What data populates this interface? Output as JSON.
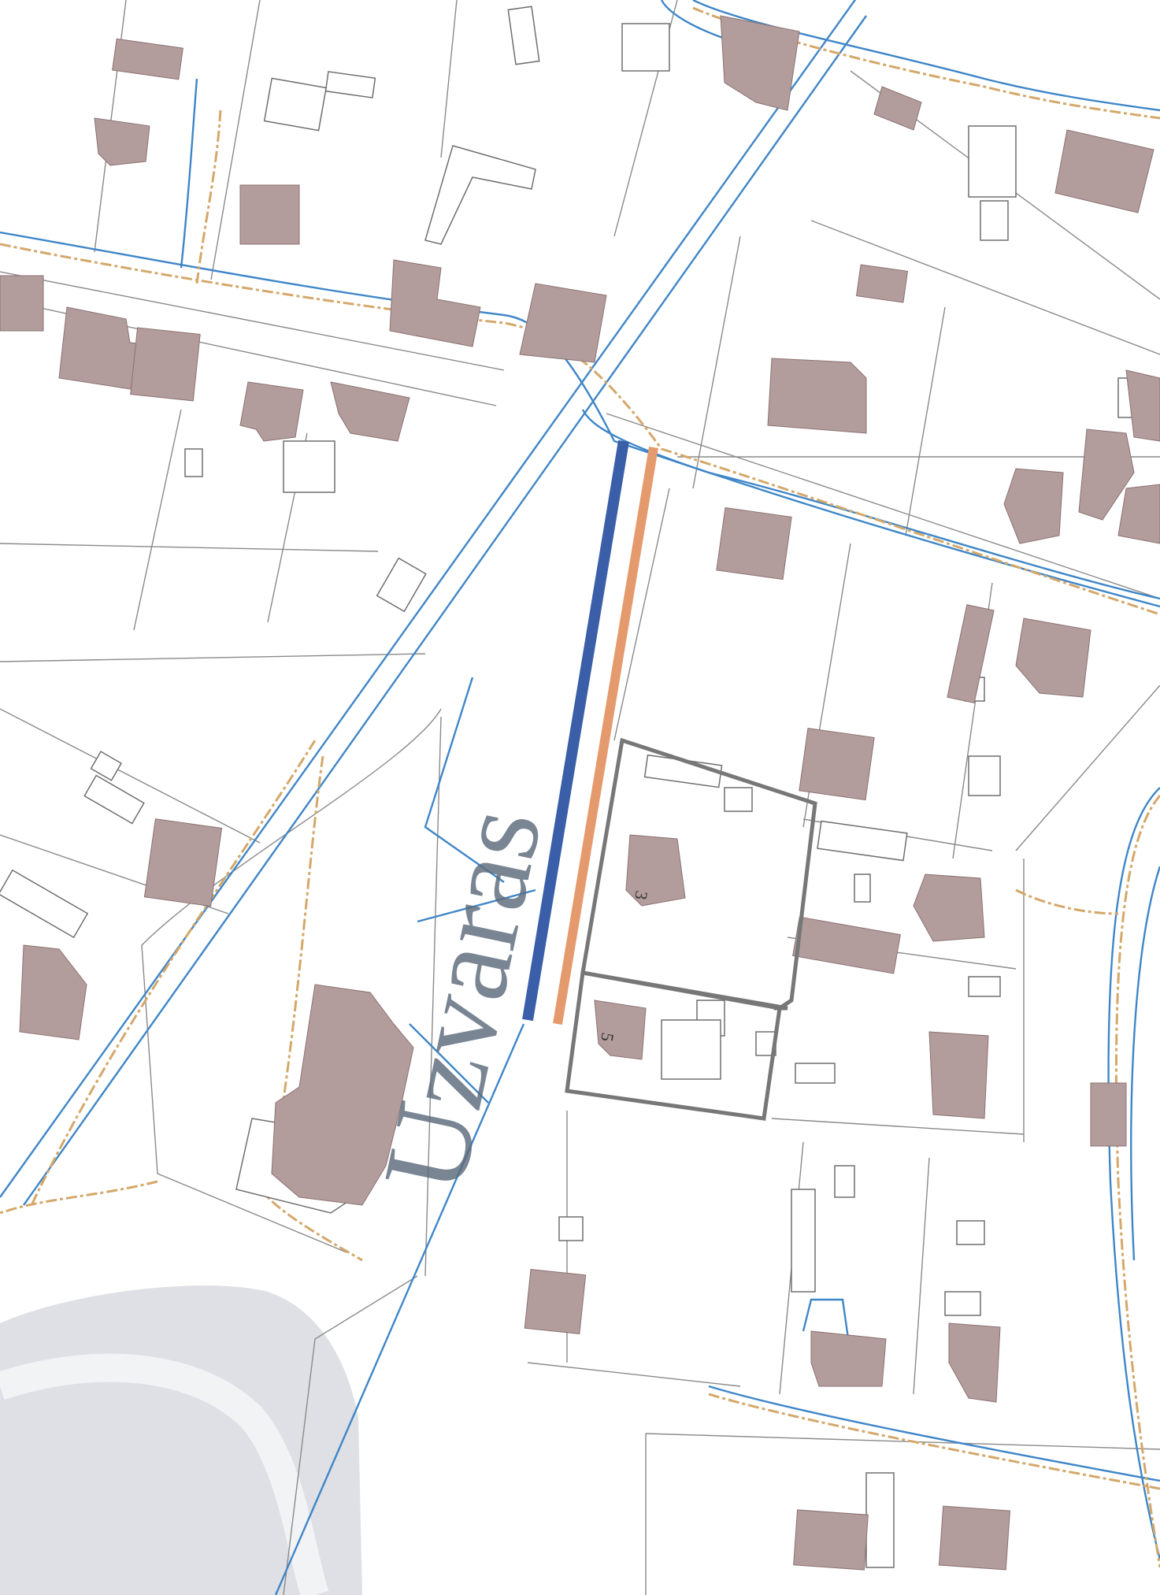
{
  "map": {
    "street_name": "Uzvaras",
    "house_numbers": [
      "3",
      "5"
    ]
  },
  "colors": {
    "building": "#b39c9c",
    "water_line": "#3f86c8",
    "sewer_line": "#d4a86a",
    "planned_water_pipe": "#3a5fa8",
    "planned_sewer_pipe": "#e59a6e",
    "highlight_parcel": "#777777",
    "street_label": "#5c6a7a",
    "shaded_area": "#d6d8de"
  }
}
